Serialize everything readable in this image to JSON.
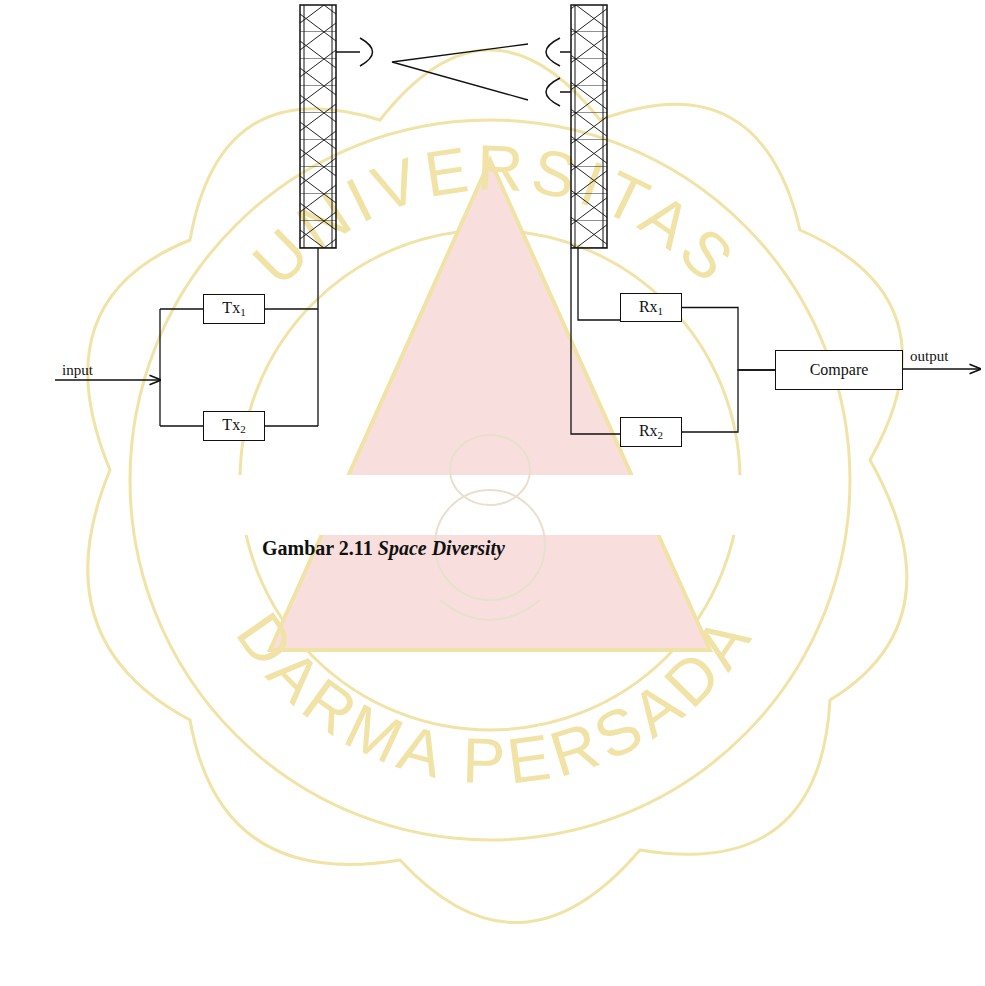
{
  "diagram": {
    "caption": "Gambar 2.11 Space Diversity",
    "nodes": [
      {
        "text": [
          "Tx1"
        ]
      },
      {
        "text": [
          "Tx2"
        ]
      },
      {
        "text": [
          "Rx1"
        ]
      },
      {
        "text": [
          "Rx2"
        ]
      },
      {
        "text": [
          "Compare"
        ]
      }
    ],
    "edges": [
      {
        "from": 2,
        "to": 4,
        "arrow": "none"
      },
      {
        "from": 3,
        "to": 4,
        "arrow": "none"
      }
    ],
    "labels": [
      "input",
      "output",
      "UNIVERSITAS",
      "DARMA PERSADA"
    ]
  }
}
